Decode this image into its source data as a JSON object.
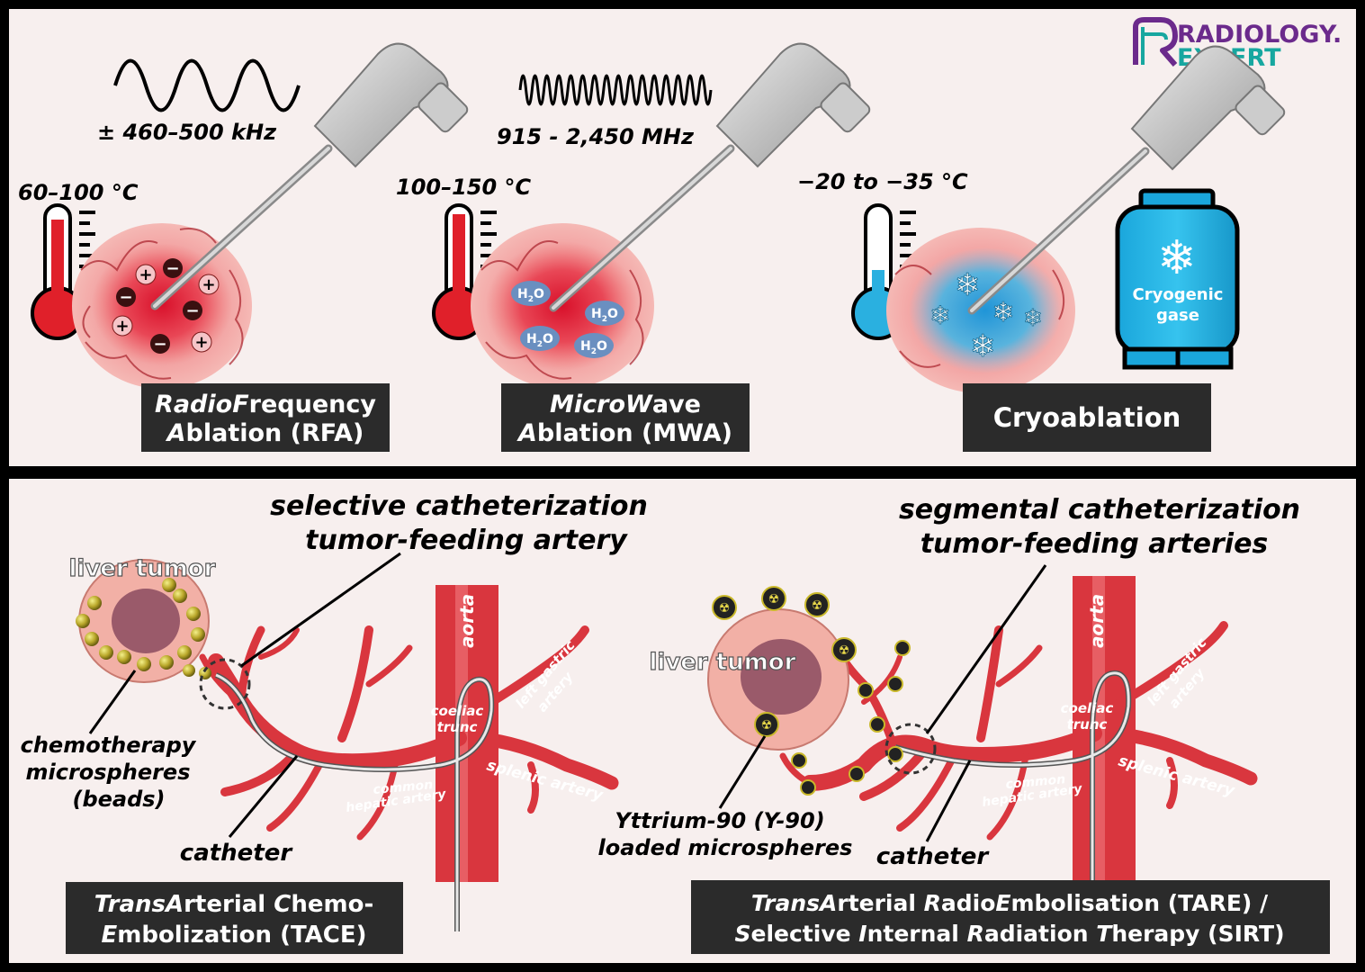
{
  "logo": {
    "line1": "RADIOLOGY.",
    "line2": "EXPERT"
  },
  "top_panel": {
    "rfa": {
      "frequency": "± 460–500 kHz",
      "temperature": "60–100 °C",
      "title_line1_seg1": "Radio",
      "title_line1_seg2": "F",
      "title_line1_seg3": "requency",
      "title_line2_seg1": "A",
      "title_line2_seg2": "blation (RFA)",
      "charges": [
        "+",
        "−",
        "+",
        "−",
        "−",
        "+",
        "−",
        "+"
      ]
    },
    "mwa": {
      "frequency": "915 - 2,450 MHz",
      "temperature": "100–150 °C",
      "title_line1_seg1": "Micro",
      "title_line1_seg2": "W",
      "title_line1_seg3": "ave",
      "title_line2_seg1": "A",
      "title_line2_seg2": "blation (MWA)",
      "molecule_main": "H",
      "molecule_sub": "2",
      "molecule_end": "O"
    },
    "cryo": {
      "temperature": "−20 to −35 °C",
      "title": "Cryoablation",
      "tank_line1": "Cryogenic",
      "tank_line2": "gase"
    }
  },
  "bottom_panel": {
    "tace": {
      "callout_line1": "selective catheterization",
      "callout_line2": "tumor-feeding artery",
      "tumor_label": "liver tumor",
      "beads_line1": "chemotherapy",
      "beads_line2": "microspheres",
      "beads_line3": "(beads)",
      "catheter_label": "catheter",
      "aorta": "aorta",
      "coeliac_line1": "coeliac",
      "coeliac_line2": "trunc",
      "left_gastric_line1": "left gastric",
      "left_gastric_line2": "artery",
      "splenic": "splenic artery",
      "hepatic_line1": "common",
      "hepatic_line2": "hepatic artery",
      "title_line1_a": "Trans",
      "title_line1_b": "A",
      "title_line1_c": "rterial ",
      "title_line1_d": "C",
      "title_line1_e": "hemo-",
      "title_line2_a": "E",
      "title_line2_b": "mbolization (TACE)"
    },
    "tare": {
      "callout_line1": "segmental catheterization",
      "callout_line2": "tumor-feeding arteries",
      "tumor_label": "liver tumor",
      "y90_line1": "Yttrium-90 (Y-90)",
      "y90_line2": "loaded microspheres",
      "catheter_label": "catheter",
      "aorta": "aorta",
      "coeliac_line1": "coeliac",
      "coeliac_line2": "trunc",
      "left_gastric_line1": "left gastric",
      "left_gastric_line2": "artery",
      "splenic": "splenic artery",
      "hepatic_line1": "common",
      "hepatic_line2": "hepatic artery",
      "title_line1_a": "Trans",
      "title_line1_b": "A",
      "title_line1_c": "rterial ",
      "title_line1_d": "R",
      "title_line1_e": "adio",
      "title_line1_f": "E",
      "title_line1_g": "mbolisation (TARE) /",
      "title_line2_a": "S",
      "title_line2_b": "elective ",
      "title_line2_c": "I",
      "title_line2_d": "nternal ",
      "title_line2_e": "R",
      "title_line2_f": "adiation ",
      "title_line2_g": "T",
      "title_line2_h": "herapy (SIRT)"
    }
  },
  "colors": {
    "panel_bg": "#f7efee",
    "border": "#000000",
    "label_box": "#2b2b2b",
    "hot_red": "#e0202a",
    "cold_blue": "#2ab0e0",
    "artery": "#d9363e",
    "logo_purple": "#6b2a8c",
    "logo_teal": "#17a7a0"
  }
}
